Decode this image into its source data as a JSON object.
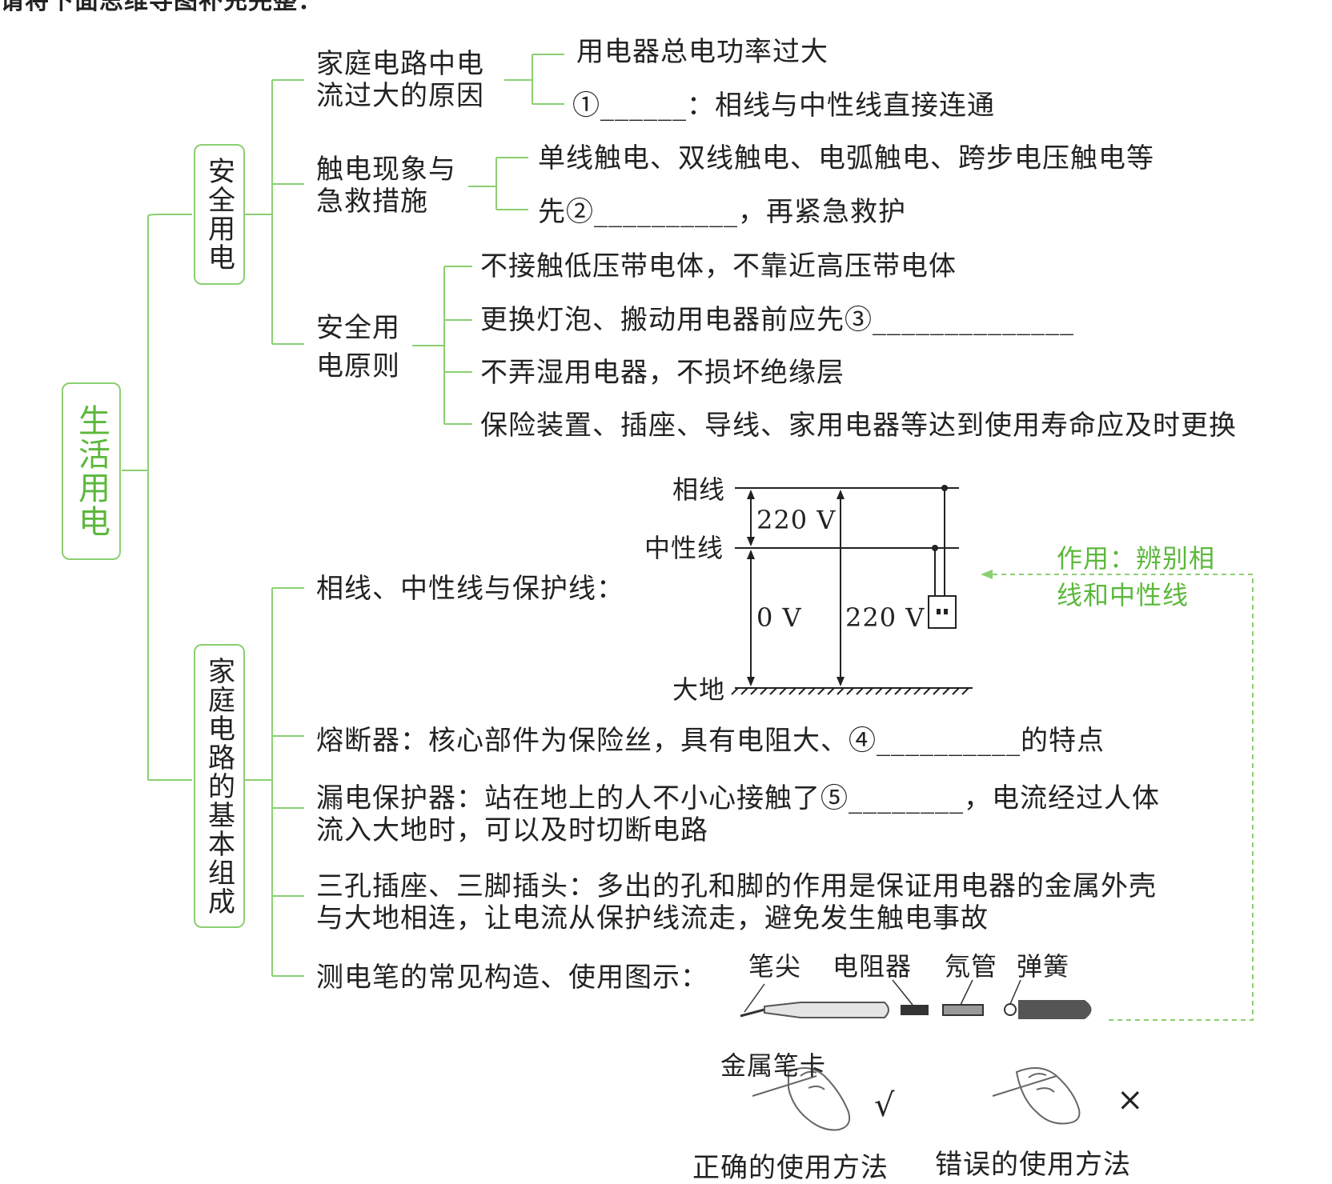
{
  "heading": "请将下面思维导图补充完整：",
  "root": "生活用电",
  "branches": {
    "safety": {
      "title": "安全用电",
      "excess_current": {
        "label_l1": "家庭电路中电",
        "label_l2": "流过大的原因",
        "item1": "用电器总电功率过大",
        "item2": "①______：相线与中性线直接连通"
      },
      "electric_shock": {
        "label_l1": "触电现象与",
        "label_l2": "急救措施",
        "item1": "单线触电、双线触电、电弧触电、跨步电压触电等",
        "item2": "先②__________，再紧急救护"
      },
      "principles": {
        "label_l1": "安全用",
        "label_l2": "电原则",
        "item1": "不接触低压带电体，不靠近高压带电体",
        "item2": "更换灯泡、搬动用电器前应先③______________",
        "item3": "不弄湿用电器，不损坏绝缘层",
        "item4": "保险装置、插座、导线、家用电器等达到使用寿命应及时更换"
      }
    },
    "household": {
      "title": "家庭电路的基本组成",
      "wires": {
        "label": "相线、中性线与保护线：",
        "live": "相线",
        "neutral": "中性线",
        "earth": "大地",
        "v_live_neutral": "220 V",
        "v_neutral_earth": "0 V",
        "v_live_earth": "220 V"
      },
      "note": {
        "line1": "作用：辨别相",
        "line2": "线和中性线"
      },
      "fuse": "熔断器：核心部件为保险丝，具有电阻大、④__________的特点",
      "leakage_l1": "漏电保护器：站在地上的人不小心接触了⑤________，电流经过人体",
      "leakage_l2": "流入大地时，可以及时切断电路",
      "socket_l1": "三孔插座、三脚插头：多出的孔和脚的作用是保证用电器的金属外壳",
      "socket_l2": "与大地相连，让电流从保护线流走，避免发生触电事故",
      "tester": {
        "label": "测电笔的常见构造、使用图示：",
        "parts": [
          "笔尖",
          "电阻器",
          "氖管",
          "弹簧"
        ],
        "clip": "金属笔卡",
        "correct_mark": "√",
        "wrong_mark": "×",
        "correct_caption": "正确的使用方法",
        "wrong_caption": "错误的使用方法"
      }
    }
  },
  "colors": {
    "accent": "#5cb83c",
    "box_border": "#8ccf72",
    "line": "#222222"
  }
}
